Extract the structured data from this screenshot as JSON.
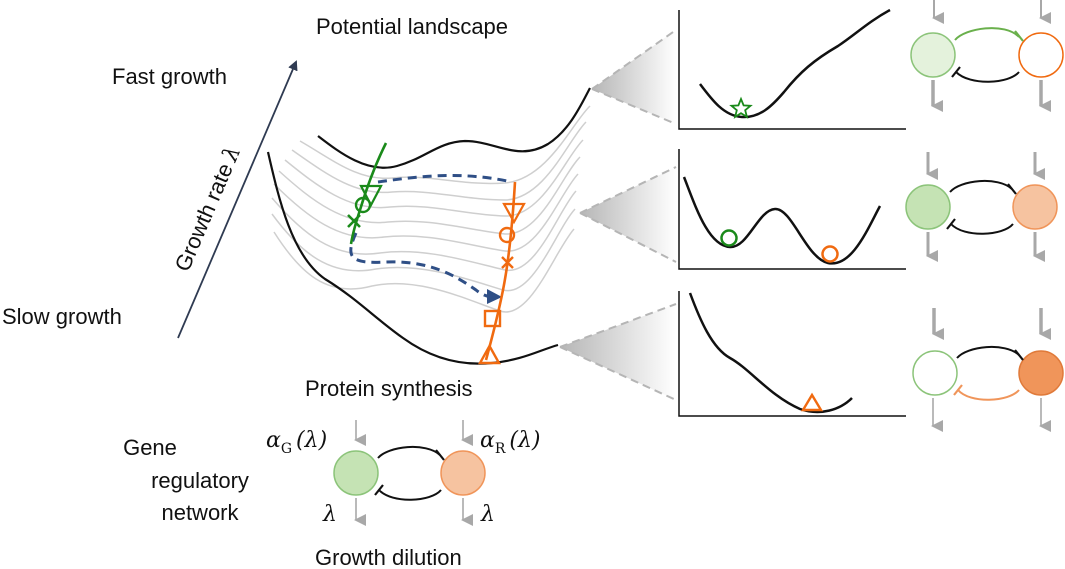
{
  "labels": {
    "title": "Potential landscape",
    "fast": "Fast growth",
    "slow": "Slow growth",
    "growth_rate": "Growth rate",
    "growth_rate_symbol": "λ",
    "protein_synthesis": "Protein synthesis",
    "gene_line1": "Gene",
    "gene_line2": "regulatory",
    "gene_line3": "network",
    "growth_dilution": "Growth dilution",
    "alpha_g": "α",
    "alpha_g_sub": "G",
    "alpha_g_arg": "(λ)",
    "alpha_r": "α",
    "alpha_r_sub": "R",
    "alpha_r_arg": "(λ)",
    "lambda_left": "λ",
    "lambda_right": "λ"
  },
  "colors": {
    "green": "#1a8a1a",
    "orange": "#f06a10",
    "blue_dashed": "#2f4f86",
    "green_fill": "#c5e3b4",
    "orange_fill": "#f6c3a0",
    "orange_dark_fill": "#f0955a",
    "green_light_fill": "#e4f2dc",
    "grey": "#a8a8a8",
    "grey_light": "#cccccc"
  },
  "panels": {
    "top": "monostable-green-star",
    "middle": "bistable-circles",
    "bottom": "monostable-orange-triangle"
  }
}
